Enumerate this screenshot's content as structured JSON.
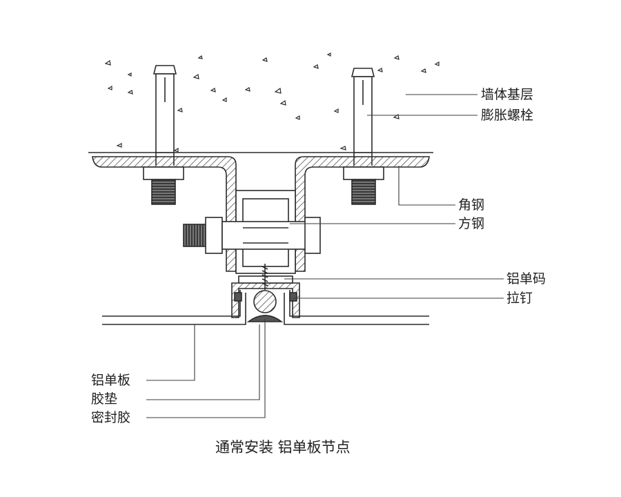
{
  "labels": {
    "wall_base": "墙体基层",
    "expansion_bolt": "膨胀螺栓",
    "angle_steel": "角钢",
    "square_steel": "方钢",
    "aluminum_clip": "铝单码",
    "rivet": "拉钉",
    "aluminum_panel": "铝单板",
    "rubber_pad": "胶垫",
    "sealant": "密封胶"
  },
  "caption": "通常安装  铝单板节点",
  "colors": {
    "line": "#2a2a2a",
    "hatch": "#555555",
    "nut_dark": "#3a3a3a",
    "background": "#ffffff"
  }
}
